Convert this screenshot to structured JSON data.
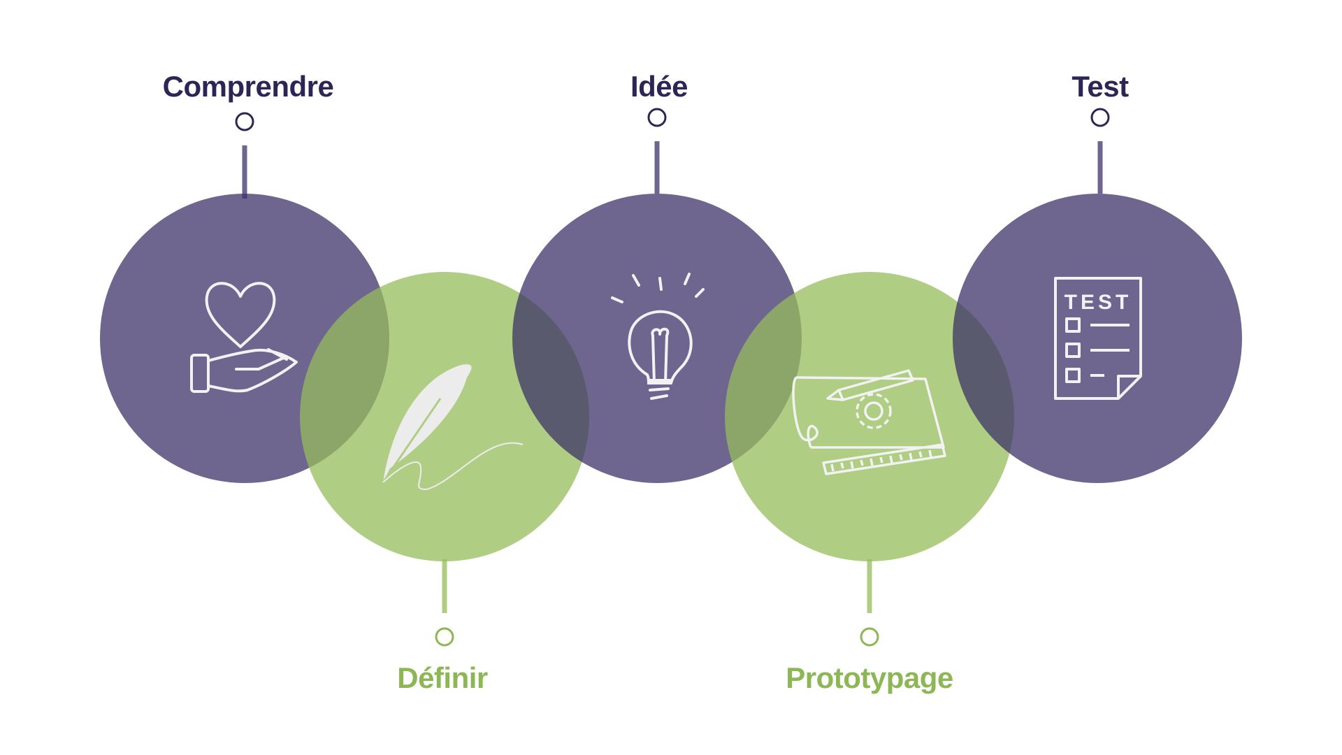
{
  "title": "Design thinking process",
  "colors": {
    "purple": "#3e3368",
    "green": "#96bc5b",
    "label_purple": "#2e2557",
    "label_green": "#8db655"
  },
  "steps": [
    {
      "label": "Comprendre",
      "icon": "heart-in-hand-icon",
      "color": "purple"
    },
    {
      "label": "Définir",
      "icon": "feather-quill-icon",
      "color": "green"
    },
    {
      "label": "Idée",
      "icon": "lightbulb-icon",
      "color": "purple"
    },
    {
      "label": "Prototypage",
      "icon": "blueprint-icon",
      "color": "green"
    },
    {
      "label": "Test",
      "icon": "test-checklist-icon",
      "color": "purple",
      "icon_text": "TEST"
    }
  ]
}
